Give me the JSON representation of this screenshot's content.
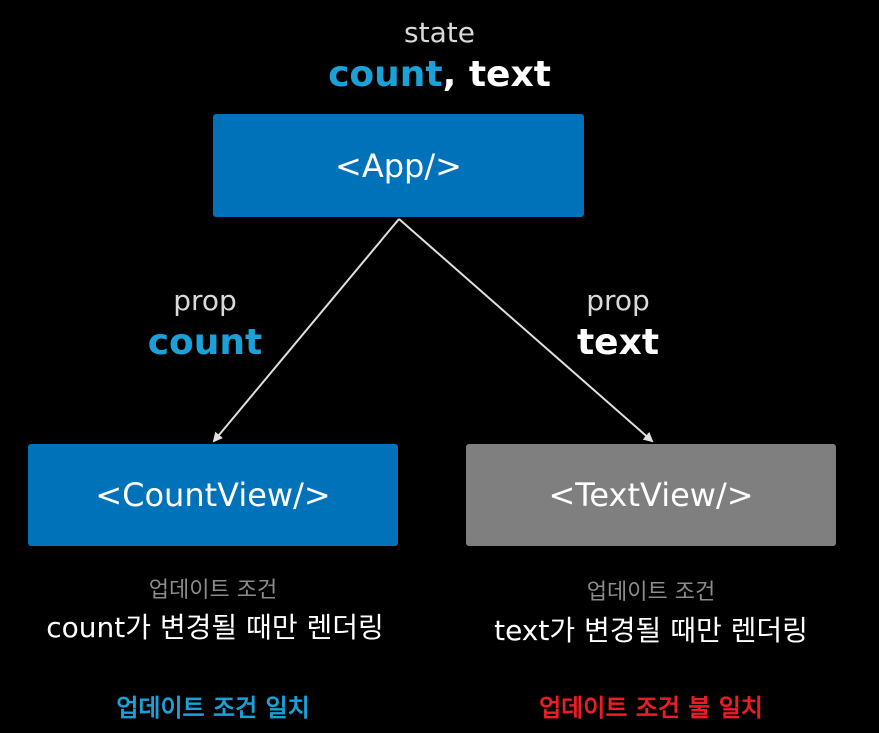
{
  "top": {
    "state_label": "state",
    "state_count": "count",
    "state_separator": ", ",
    "state_text": "text"
  },
  "nodes": {
    "app": "<App/>",
    "countview": "<CountView/>",
    "textview": "<TextView/>"
  },
  "edges": {
    "left": {
      "label": "prop",
      "value": "count"
    },
    "right": {
      "label": "prop",
      "value": "text"
    }
  },
  "conditions": {
    "left": {
      "title": "업데이트 조건",
      "desc": "count가 변경될 때만 렌더링",
      "result": "업데이트 조건 일치"
    },
    "right": {
      "title": "업데이트 조건",
      "desc": "text가 변경될 때만 렌더링",
      "result": "업데이트 조건 불 일치"
    }
  },
  "colors": {
    "background": "#000000",
    "primary_box": "#0072b9",
    "secondary_box": "#7f7f7f",
    "accent": "#1ba1d8",
    "mismatch": "#ee1c25",
    "arrow": "#e0e0e0"
  }
}
